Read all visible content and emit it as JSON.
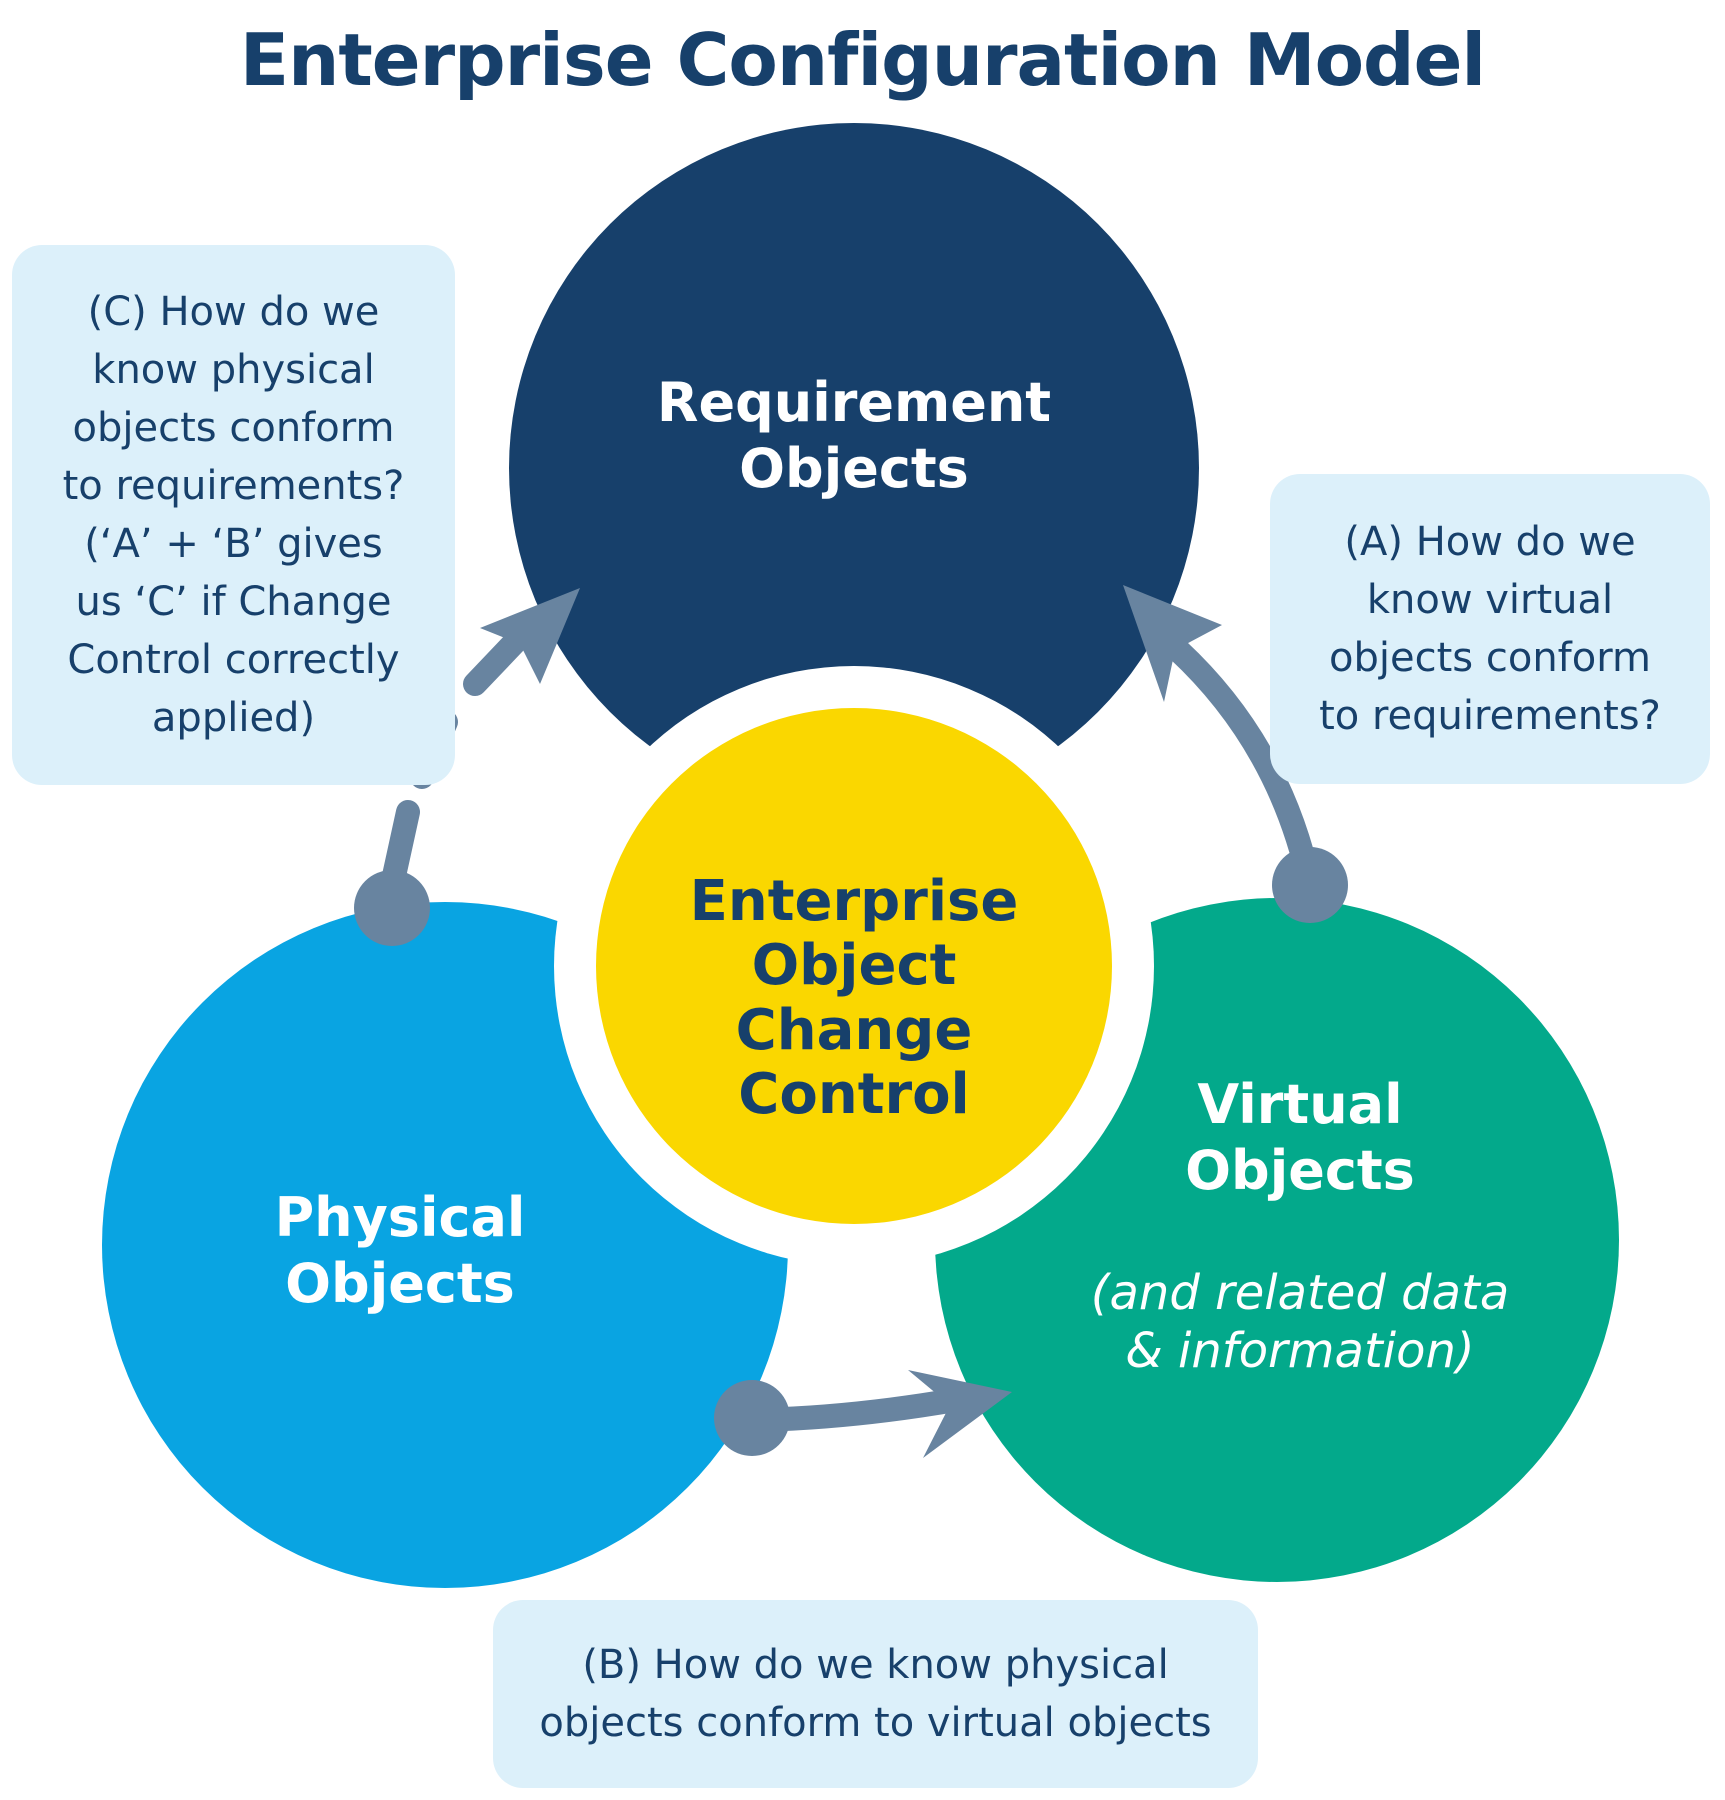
{
  "title": "Enterprise Configuration Model",
  "colors": {
    "requirement": "#17406b",
    "physical": "#09a4e2",
    "virtual": "#03a98b",
    "center": "#fad700",
    "arrow": "#6884a0",
    "callout_bg": "#dcf0fa"
  },
  "nodes": {
    "requirement": {
      "line1": "Requirement",
      "line2": "Objects"
    },
    "physical": {
      "line1": "Physical",
      "line2": "Objects"
    },
    "virtual": {
      "line1": "Virtual",
      "line2": "Objects",
      "sub1": "(and related data",
      "sub2": "& information)"
    },
    "center": {
      "line1": "Enterprise",
      "line2": "Object Change",
      "line3": "Control"
    }
  },
  "callouts": {
    "c": [
      "(C) How do we",
      "know physical",
      "objects conform",
      "to requirements?",
      "(‘A’ + ‘B’ gives",
      "us ‘C’ if Change",
      "Control correctly",
      "applied)"
    ],
    "a": [
      "(A) How do we",
      "know virtual",
      "objects conform",
      "to requirements?"
    ],
    "b": [
      "(B) How do we know physical",
      "objects conform to virtual objects"
    ]
  }
}
